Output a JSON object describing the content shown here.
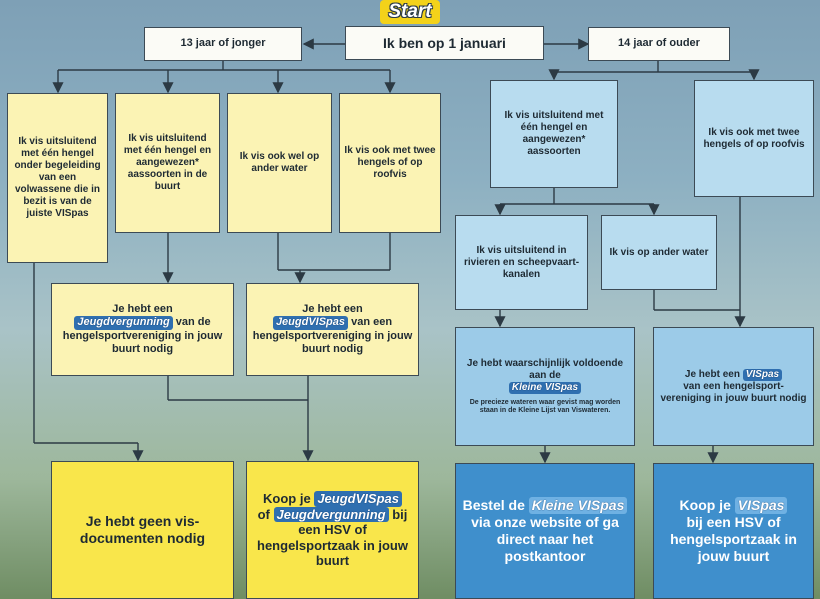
{
  "start_label": "Start",
  "center_question": "Ik ben op 1 januari",
  "young": {
    "label": "13 jaar of jonger",
    "options": [
      "Ik vis uitsluitend met één hengel onder begeleiding van een volwassene die in bezit is van de juiste VISpas",
      "Ik vis uitsluitend met één hengel en aangewezen* aassoorten in de buurt",
      "Ik vis ook wel op ander water",
      "Ik vis ook met twee hengels of op roofvis"
    ],
    "need1": {
      "pre": "Je hebt een",
      "badge": "Jeugdvergunning",
      "post": "van de hengelsportvereniging in jouw buurt nodig"
    },
    "need2": {
      "pre": "Je hebt een",
      "badge": "JeugdVISpas",
      "post": "van een hengelsportvereniging in jouw buurt nodig"
    },
    "result1": "Je hebt geen vis-documenten nodig",
    "result2": {
      "pre": "Koop je",
      "badge1": "JeugdVISpas",
      "mid": "of",
      "badge2": "Jeugdvergunning",
      "post": "bij een HSV of hengelsportzaak in jouw buurt"
    }
  },
  "old": {
    "label": "14 jaar of ouder",
    "option1": "Ik vis uitsluitend met één hengel en aangewezen* aassoorten",
    "option2": "Ik vis ook met twee hengels of op roofvis",
    "sub1": "Ik vis uitsluitend in rivieren en scheepvaart-kanalen",
    "sub2": "Ik vis op ander water",
    "need1": {
      "pre": "Je hebt waarschijnlijk voldoende aan de",
      "badge": "Kleine VISpas",
      "note": "De precieze wateren waar gevist mag worden staan in de Kleine Lijst van Viswateren."
    },
    "need2": {
      "pre": "Je hebt een",
      "badge": "VISpas",
      "post": "van een hengelsport-vereniging in jouw buurt nodig"
    },
    "result1": {
      "pre": "Bestel de",
      "badge": "Kleine VISpas",
      "post": "via onze website of ga direct naar het postkantoor"
    },
    "result2": {
      "pre": "Koop je",
      "badge": "VISpas",
      "post": "bij een HSV of hengelsportzaak in jouw buurt"
    }
  }
}
